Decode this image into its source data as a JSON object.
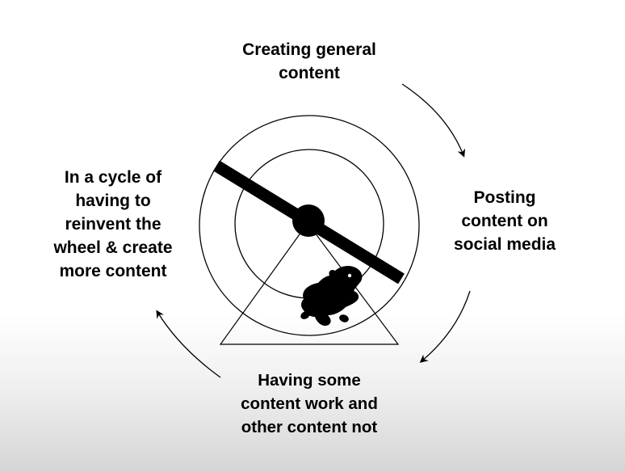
{
  "diagram": {
    "title": "Content creation hamster wheel cycle",
    "steps": [
      {
        "id": "top",
        "lines": [
          "Creating general",
          "content"
        ]
      },
      {
        "id": "right",
        "lines": [
          "Posting",
          "content on",
          "social media"
        ]
      },
      {
        "id": "bottom",
        "lines": [
          "Having some",
          "content work and",
          "other content not"
        ]
      },
      {
        "id": "left",
        "lines": [
          "In a cycle of",
          "having to",
          "reinvent the",
          "wheel & create",
          "more content"
        ]
      }
    ],
    "flow": [
      "top",
      "right",
      "bottom",
      "left"
    ],
    "center_icon": "hamster-wheel-icon",
    "colors": {
      "ink": "#000000",
      "background_top": "#ffffff",
      "background_bottom": "#d5d5d5"
    }
  }
}
